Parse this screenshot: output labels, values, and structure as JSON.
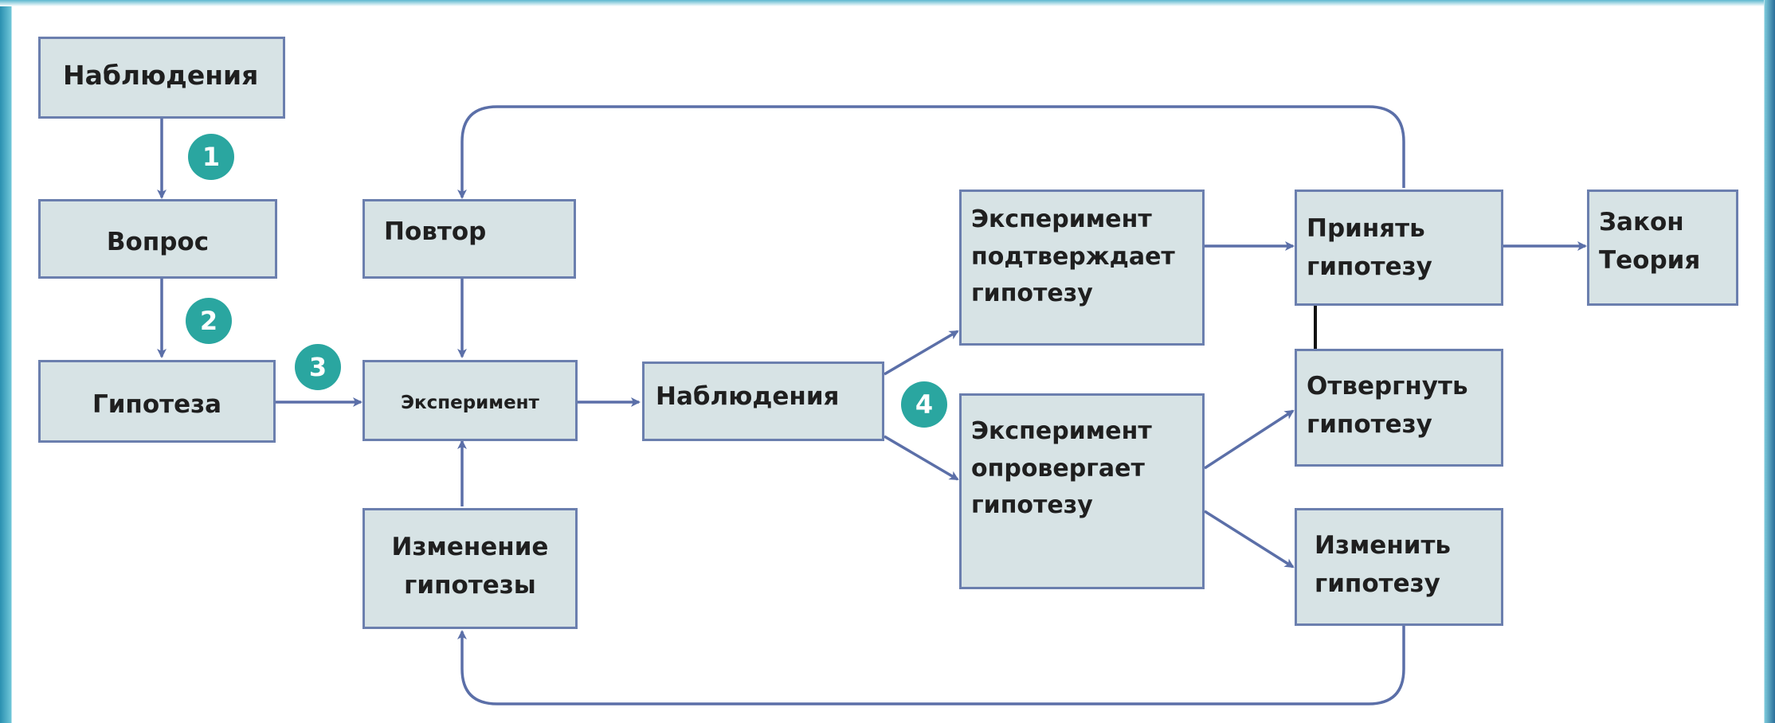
{
  "boxes": {
    "observations_start": "Наблюдения",
    "question": "Вопрос",
    "hypothesis": "Гипотеза",
    "repeat": "Повтор",
    "experiment": "Эксперимент",
    "change_hypothesis": "Изменение\nгипотезы",
    "observations": "Наблюдения",
    "confirms": "Эксперимент\nподтверждает\nгипотезу",
    "refutes": "Эксперимент\nопровергает\nгипотезу",
    "accept": "Принять\nгипотезу",
    "law": "Закон\nТеория",
    "reject": "Отвергнуть\nгипотезу",
    "modify": "Изменить\nгипотезу"
  },
  "badges": {
    "b1": "1",
    "b2": "2",
    "b3": "3",
    "b4": "4"
  },
  "colors": {
    "box_fill": "#d7e3e5",
    "box_border": "#6b7fae",
    "arrow": "#5b6fa8",
    "badge": "#2aa6a0"
  }
}
